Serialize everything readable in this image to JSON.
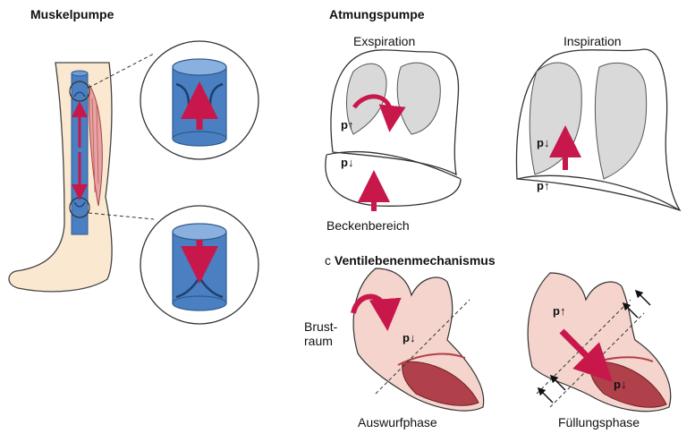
{
  "sections": {
    "muscle_pump": {
      "title": "Muskelpumpe"
    },
    "breathing_pump": {
      "title": "Atmungspumpe",
      "expiration": "Exspiration",
      "inspiration": "Inspiration",
      "pelvis": "Beckenbereich",
      "p_up": "p↑",
      "p_down": "p↓"
    },
    "valve_mechanism": {
      "prefix": "c",
      "title": "Ventilebenenmechanismus",
      "chest_line1": "Brust-",
      "chest_line2": "raum",
      "ejection": "Auswurfphase",
      "filling": "Füllungsphase",
      "p_up": "p↑",
      "p_down": "p↓"
    }
  },
  "colors": {
    "arrow": "#c8174b",
    "vein_blue": "#4a7fc1",
    "lung_grey": "#d9d9d9",
    "heart_dark": "#b0404a",
    "heart_light": "#f4d4cc",
    "skin": "#fbe8d0"
  }
}
